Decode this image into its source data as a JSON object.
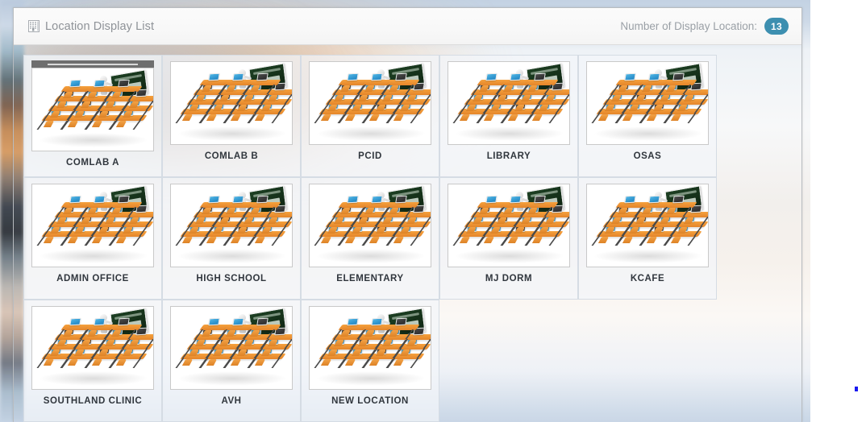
{
  "header": {
    "icon": "list-building-icon",
    "title": "Location Display List",
    "count_label": "Number of Display Location:",
    "count_value": "13",
    "badge_color": "#3d8fb0",
    "title_color": "#8f9398"
  },
  "locations": [
    {
      "label": "COMLAB A",
      "thumbnail": "classroom-computer-lab-illustration",
      "selected": true
    },
    {
      "label": "COMLAB B",
      "thumbnail": "classroom-computer-lab-illustration",
      "selected": false
    },
    {
      "label": "PCID",
      "thumbnail": "classroom-computer-lab-illustration",
      "selected": false
    },
    {
      "label": "LIBRARY",
      "thumbnail": "classroom-computer-lab-illustration",
      "selected": false
    },
    {
      "label": "OSAS",
      "thumbnail": "classroom-computer-lab-illustration",
      "selected": false
    },
    {
      "label": "ADMIN OFFICE",
      "thumbnail": "classroom-computer-lab-illustration",
      "selected": false
    },
    {
      "label": "HIGH SCHOOL",
      "thumbnail": "classroom-computer-lab-illustration",
      "selected": false
    },
    {
      "label": "ELEMENTARY",
      "thumbnail": "classroom-computer-lab-illustration",
      "selected": false
    },
    {
      "label": "MJ DORM",
      "thumbnail": "classroom-computer-lab-illustration",
      "selected": false
    },
    {
      "label": "KCAFE",
      "thumbnail": "classroom-computer-lab-illustration",
      "selected": false
    },
    {
      "label": "SOUTHLAND CLINIC",
      "thumbnail": "classroom-computer-lab-illustration",
      "selected": false
    },
    {
      "label": "AVH",
      "thumbnail": "classroom-computer-lab-illustration",
      "selected": false
    },
    {
      "label": "NEW LOCATION",
      "thumbnail": "classroom-computer-lab-illustration",
      "selected": false
    }
  ]
}
